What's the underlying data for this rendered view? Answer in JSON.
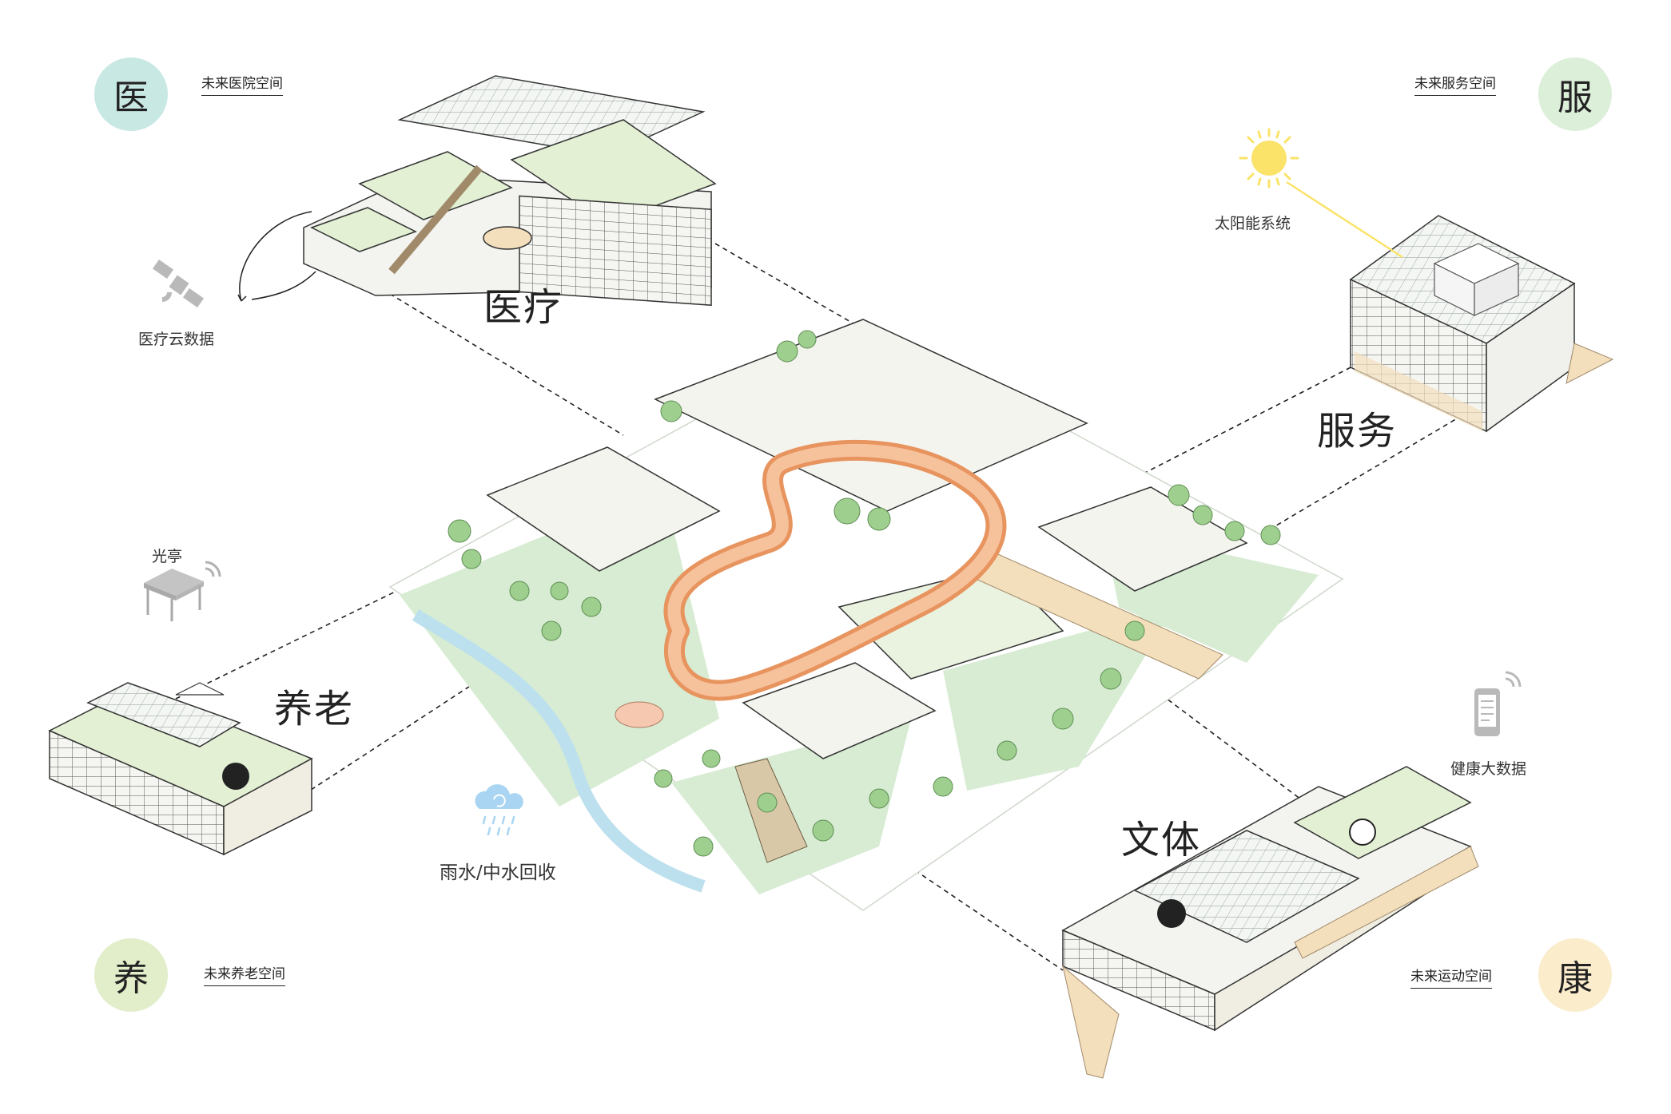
{
  "corners": {
    "top_left": {
      "char": "医",
      "color": "#c8e8e4",
      "label": "未来医院空间"
    },
    "top_right": {
      "char": "服",
      "color": "#dcefd9",
      "label": "未来服务空间"
    },
    "bottom_left": {
      "char": "养",
      "color": "#e2edc9",
      "label": "未来养老空间"
    },
    "bottom_right": {
      "char": "康",
      "color": "#fbeccb",
      "label": "未来运动空间"
    }
  },
  "zones": {
    "medical": "医疗",
    "service": "服务",
    "elderly": "养老",
    "culture_sports": "文体"
  },
  "features": {
    "medical_cloud": "医疗云数据",
    "solar": "太阳能系统",
    "light_pavilion": "光亭",
    "health_data": "健康大数据",
    "rainwater": "雨水/中水回收"
  },
  "colors": {
    "greenery": "#9fcf8f",
    "lawn": "#d7ecd2",
    "roof_green": "#e3f0d4",
    "track": "#f2b183",
    "deck": "#f4dfbd",
    "sun": "#fbe36a",
    "rain_cloud": "#a9d5f2"
  }
}
